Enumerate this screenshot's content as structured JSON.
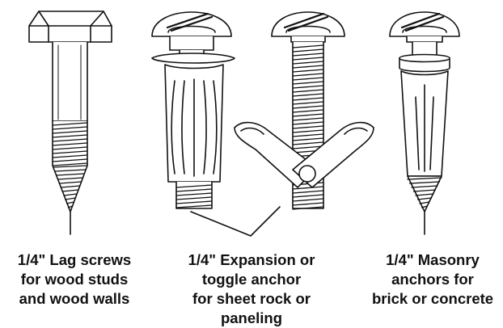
{
  "captions": {
    "lag": [
      "1/4\" Lag screws",
      "for wood studs",
      "and wood walls"
    ],
    "expansion": [
      "1/4\" Expansion or",
      "toggle anchor",
      "for sheet rock or",
      "paneling"
    ],
    "masonry": [
      "1/4\" Masonry",
      "anchors for",
      "brick or concrete"
    ]
  },
  "colors": {
    "ink": "#111111",
    "background": "#ffffff"
  }
}
